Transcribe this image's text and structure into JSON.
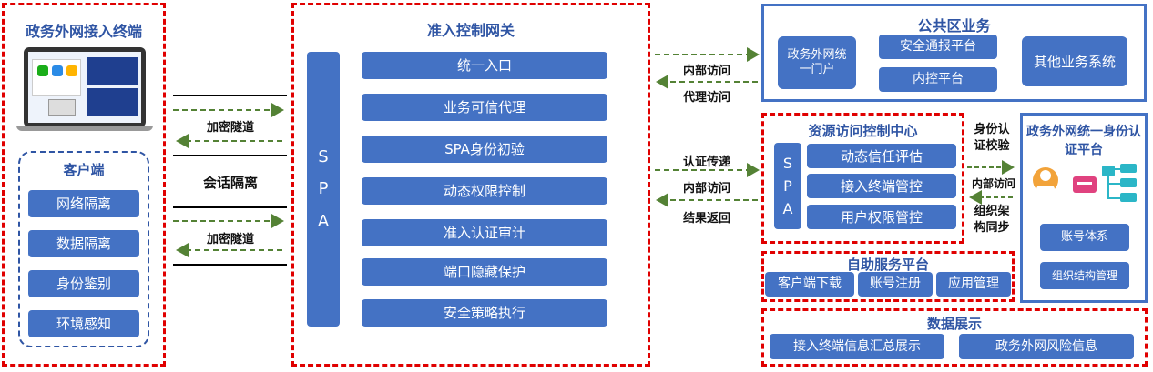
{
  "terminal": {
    "title": "政务外网接入终端",
    "client_title": "客户端",
    "items": [
      "网络隔离",
      "数据隔离",
      "身份鉴别",
      "环境感知"
    ]
  },
  "middle": {
    "tunnel_top": "加密隧道",
    "session": "会话隔离",
    "tunnel_bottom": "加密隧道"
  },
  "gateway": {
    "title": "准入控制网关",
    "spa": [
      "S",
      "P",
      "A"
    ],
    "items": [
      "统一入口",
      "业务可信代理",
      "SPA身份初验",
      "动态权限控制",
      "准入认证审计",
      "端口隐藏保护",
      "安全策略执行"
    ]
  },
  "right_links": {
    "internal_access_1": "内部访问",
    "proxy_access": "代理访问",
    "auth_transfer": "认证传递",
    "internal_access_2": "内部访问",
    "result_return": "结果返回"
  },
  "public_zone": {
    "title": "公共区业务",
    "portal": "政务外网统一门户",
    "security_report": "安全通报平台",
    "internal_control": "内控平台",
    "other": "其他业务系统"
  },
  "access_center": {
    "title": "资源访问控制中心",
    "spa": [
      "S",
      "P",
      "A"
    ],
    "items": [
      "动态信任评估",
      "接入终端管控",
      "用户权限管控"
    ]
  },
  "identity_links": {
    "verify": "身份认证校验",
    "internal_access": "内部访问",
    "org_sync": "组织架构同步"
  },
  "identity_platform": {
    "title": "政务外网统一身份认证平台",
    "account": "账号体系",
    "org": "组织结构管理"
  },
  "self_service": {
    "title": "自助服务平台",
    "items": [
      "客户端下载",
      "账号注册",
      "应用管理"
    ]
  },
  "data_display": {
    "title": "数据展示",
    "items": [
      "接入终端信息汇总展示",
      "政务外网风险信息"
    ]
  },
  "colors": {
    "accent": "#4472c4",
    "red": "#e00000",
    "arrow_green": "#548235",
    "title_blue": "#2f55a4"
  }
}
